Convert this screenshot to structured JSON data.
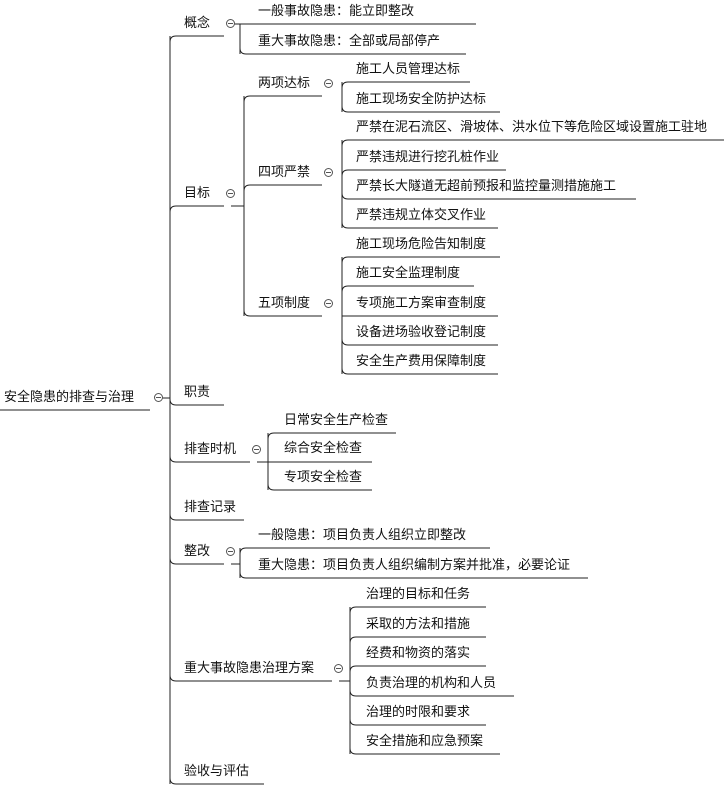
{
  "root": "安全隐患的排查与治理",
  "branches": {
    "concept": {
      "label": "概念",
      "items": [
        "一般事故隐患：能立即整改",
        "重大事故隐患：全部或局部停产"
      ]
    },
    "goal": {
      "label": "目标",
      "groups": [
        {
          "label": "两项达标",
          "items": [
            "施工人员管理达标",
            "施工现场安全防护达标"
          ]
        },
        {
          "label": "四项严禁",
          "items": [
            "严禁在泥石流区、滑坡体、洪水位下等危险区域设置施工驻地",
            "严禁违规进行挖孔桩作业",
            "严禁长大隧道无超前预报和监控量测措施施工",
            "严禁违规立体交叉作业"
          ]
        },
        {
          "label": "五项制度",
          "items": [
            "施工现场危险告知制度",
            "施工安全监理制度",
            "专项施工方案审查制度",
            "设备进场验收登记制度",
            "安全生产费用保障制度"
          ]
        }
      ]
    },
    "duty": {
      "label": "职责"
    },
    "timing": {
      "label": "排查时机",
      "items": [
        "日常安全生产检查",
        "综合安全检查",
        "专项安全检查"
      ]
    },
    "record": {
      "label": "排查记录"
    },
    "rectify": {
      "label": "整改",
      "items": [
        "一般隐患：项目负责人组织立即整改",
        "重大隐患：项目负责人组织编制方案并批准，必要论证"
      ]
    },
    "plan": {
      "label": "重大事故隐患治理方案",
      "items": [
        "治理的目标和任务",
        "采取的方法和措施",
        "经费和物资的落实",
        "负责治理的机构和人员",
        "治理的时限和要求",
        "安全措施和应急预案"
      ]
    },
    "acceptance": {
      "label": "验收与评估"
    }
  }
}
